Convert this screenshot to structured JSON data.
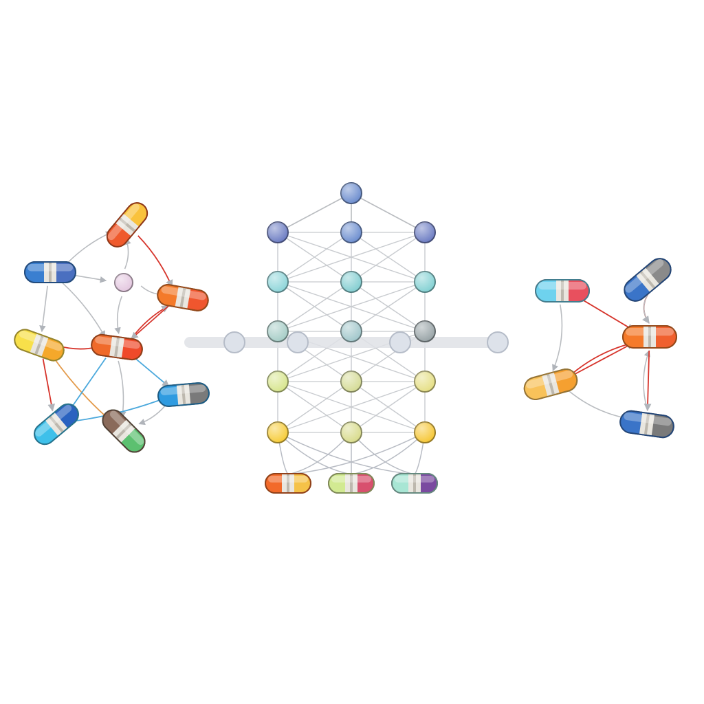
{
  "colors": {
    "background": "#ffffff",
    "edge_gray": "#b9bcc0",
    "edge_red": "#d6332a",
    "edge_blue": "#4aa8dc",
    "edge_orange": "#e39a4a",
    "band": "#e9e6df"
  },
  "left_cluster": {
    "capsules": [
      {
        "id": "L1",
        "a": "#ef5a2c",
        "b": "#f9c23c"
      },
      {
        "id": "L2",
        "a": "#3a7fd0",
        "b": "#4a6fc0"
      },
      {
        "id": "L3",
        "a": "#f47a2a",
        "b": "#f0562e"
      },
      {
        "id": "L4",
        "a": "#f8e04a",
        "b": "#f5a82a"
      },
      {
        "id": "L5",
        "a": "#f06a2a",
        "b": "#ef4a2a"
      },
      {
        "id": "L6",
        "a": "#2f9be0",
        "b": "#7a7a7a"
      },
      {
        "id": "L7",
        "a": "#3ec0ea",
        "b": "#2a62c0"
      },
      {
        "id": "L8",
        "a": "#8a6a5a",
        "b": "#5cc070"
      }
    ],
    "hub": {
      "id": "LH",
      "color": "#e4c8e0"
    },
    "edges": [
      [
        "L2",
        "L1",
        "gray"
      ],
      [
        "L2",
        "LH",
        "gray"
      ],
      [
        "LH",
        "L3",
        "gray"
      ],
      [
        "L1",
        "L3",
        "red"
      ],
      [
        "L2",
        "L4",
        "gray"
      ],
      [
        "L4",
        "L5",
        "red"
      ],
      [
        "L5",
        "L3",
        "red"
      ],
      [
        "L3",
        "L5",
        "red"
      ],
      [
        "LH",
        "L5",
        "gray"
      ],
      [
        "L2",
        "L5",
        "gray"
      ],
      [
        "L4",
        "L7",
        "red"
      ],
      [
        "L4",
        "L8",
        "orange"
      ],
      [
        "L5",
        "L8",
        "gray"
      ],
      [
        "L5",
        "L6",
        "blue"
      ],
      [
        "L7",
        "L6",
        "blue"
      ],
      [
        "L6",
        "L8",
        "gray"
      ],
      [
        "L5",
        "L7",
        "blue"
      ],
      [
        "LH",
        "L1",
        "gray"
      ]
    ]
  },
  "center_network": {
    "top_node": {
      "id": "T",
      "color": "#6f8fcf"
    },
    "rows": [
      {
        "colors": [
          "#6f7fc4",
          "#6f90d0",
          "#6f7fc4"
        ]
      },
      {
        "colors": [
          "#90d6da",
          "#86cfd2",
          "#86d2d4"
        ]
      },
      {
        "colors": [
          "#a8cec8",
          "#a3c8cc",
          "#9aa5a8"
        ]
      },
      {
        "colors": [
          "#d8e690",
          "#d6dc98",
          "#e6e088"
        ]
      },
      {
        "colors": [
          "#f7cd3c",
          "#d9dc8e",
          "#f6c83a"
        ]
      }
    ],
    "bottom_capsules": [
      {
        "a": "#f26a2a",
        "b": "#f5c248"
      },
      {
        "a": "#d2ea92",
        "b": "#d8506e"
      },
      {
        "a": "#a8e6d4",
        "b": "#7a4aa0"
      }
    ],
    "bus_nodes": 4,
    "bus_color": "#dfe2e6"
  },
  "right_cluster": {
    "capsules": [
      {
        "id": "R1",
        "a": "#6ed2ee",
        "b": "#e8505e"
      },
      {
        "id": "R2",
        "a": "#3a74c8",
        "b": "#8a8a8a"
      },
      {
        "id": "R3",
        "a": "#f57a2a",
        "b": "#f0602e"
      },
      {
        "id": "R4",
        "a": "#f8c25a",
        "b": "#f5a030"
      },
      {
        "id": "R5",
        "a": "#3a74c8",
        "b": "#7a7a7a"
      }
    ],
    "edges": [
      [
        "R1",
        "R4",
        "gray"
      ],
      [
        "R1",
        "R3",
        "red"
      ],
      [
        "R2",
        "R3",
        "red"
      ],
      [
        "R4",
        "R3",
        "red"
      ],
      [
        "R4",
        "R3",
        "red"
      ],
      [
        "R4",
        "R5",
        "gray"
      ],
      [
        "R5",
        "R3",
        "gray"
      ],
      [
        "R3",
        "R5",
        "red"
      ],
      [
        "R2",
        "R3",
        "gray"
      ]
    ]
  }
}
